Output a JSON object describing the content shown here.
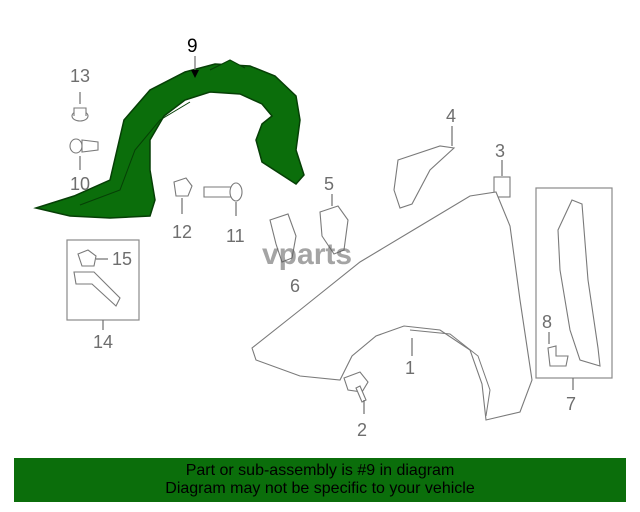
{
  "callouts": {
    "n1": "1",
    "n2": "2",
    "n3": "3",
    "n4": "4",
    "n5": "5",
    "n6": "6",
    "n7": "7",
    "n8": "8",
    "n9": "9",
    "n10": "10",
    "n11": "11",
    "n12": "12",
    "n13": "13",
    "n14": "14",
    "n15": "15"
  },
  "watermark": "vparts",
  "highlight_color": "#0b6e0b",
  "banner": {
    "line1": "Part or sub-assembly is #9 in diagram",
    "line2": "Diagram may not be specific to your vehicle"
  }
}
